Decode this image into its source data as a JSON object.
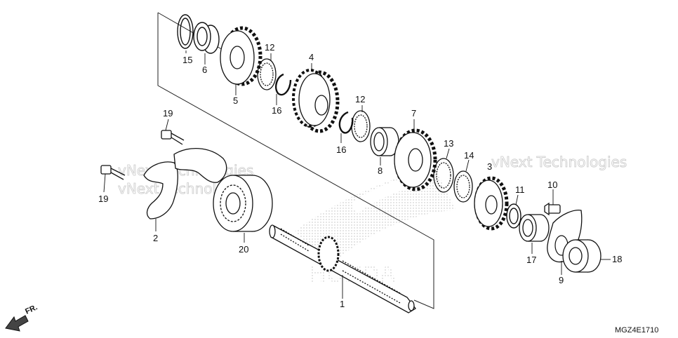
{
  "diagram": {
    "part_code": "MGZ4E1710",
    "direction_label": "FR.",
    "watermark": "vNext Technologies",
    "brand_watermark": "HONDA",
    "callouts": {
      "c1": "1",
      "c2": "2",
      "c3": "3",
      "c4": "4",
      "c5": "5",
      "c6": "6",
      "c7": "7",
      "c8": "8",
      "c9": "9",
      "c10": "10",
      "c11": "11",
      "c12a": "12",
      "c12b": "12",
      "c13": "13",
      "c14": "14",
      "c15": "15",
      "c16a": "16",
      "c16b": "16",
      "c17": "17",
      "c18": "18",
      "c19a": "19",
      "c19b": "19",
      "c20": "20"
    }
  }
}
